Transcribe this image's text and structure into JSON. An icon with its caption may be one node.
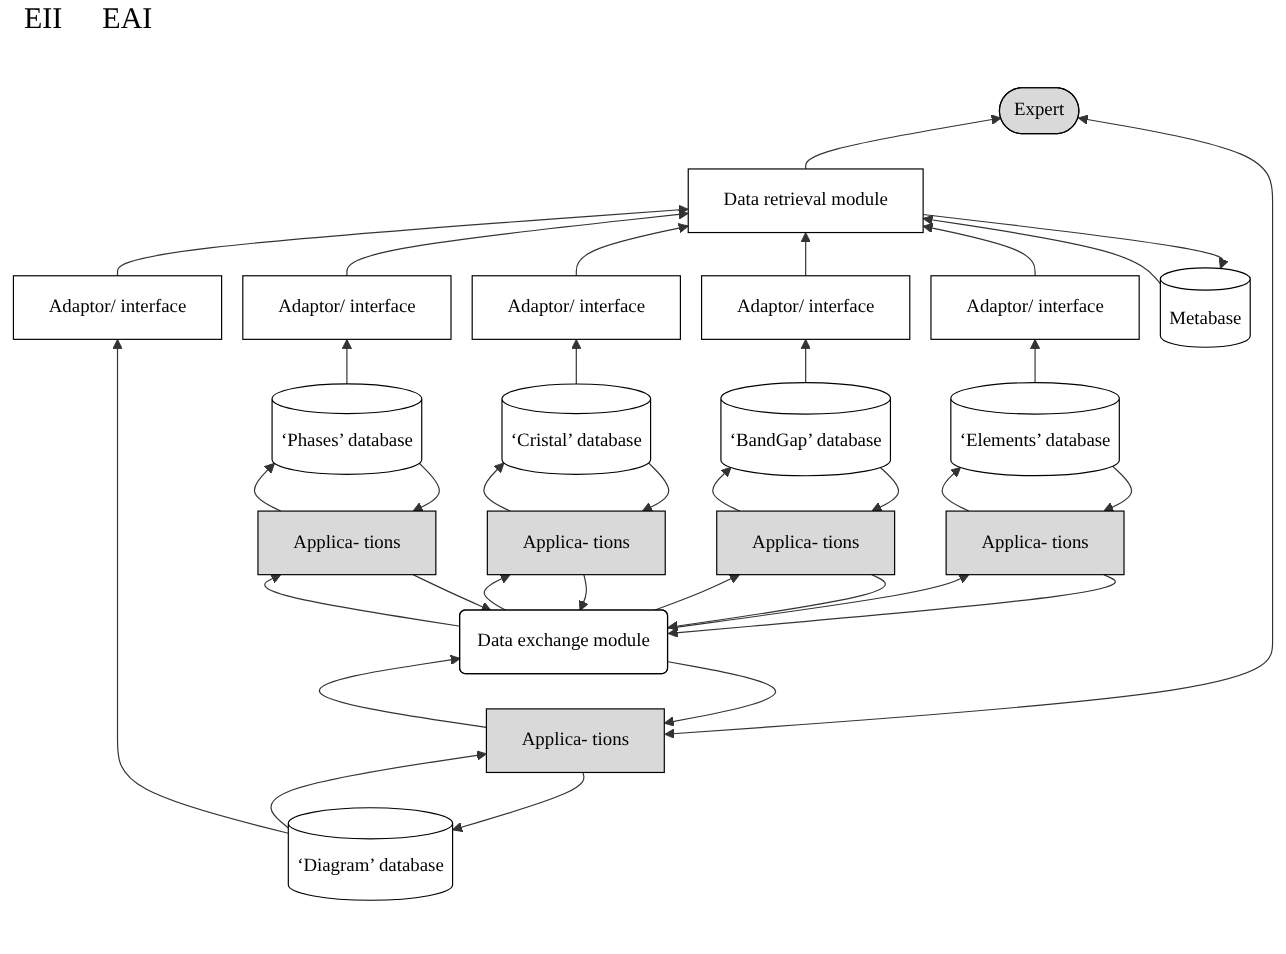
{
  "diagram": {
    "nodes": [
      {
        "text": [
          "Expert"
        ]
      },
      {
        "text": [
          "Metabase"
        ]
      },
      {
        "text": [
          "Data retrieval module"
        ]
      },
      {
        "text": [
          "Adaptor/ interface"
        ]
      },
      {
        "text": [
          "Adaptor/ interface"
        ]
      },
      {
        "text": [
          "Adaptor/ interface"
        ]
      },
      {
        "text": [
          "Adaptor/ interface"
        ]
      },
      {
        "text": [
          "Adaptor/ interface"
        ]
      },
      {
        "text": [
          "‘Diagram’ database"
        ]
      },
      {
        "text": [
          "‘Phases’ database"
        ]
      },
      {
        "text": [
          "‘Cristal’ database"
        ]
      },
      {
        "text": [
          "‘BandGap’ database"
        ]
      },
      {
        "text": [
          "‘Elements’ database"
        ]
      },
      {
        "text": [
          "Applica- tions"
        ]
      },
      {
        "text": [
          "Applica- tions"
        ]
      },
      {
        "text": [
          "Applica- tions"
        ]
      },
      {
        "text": [
          "Applica- tions"
        ]
      },
      {
        "text": [
          "Applica- tions"
        ]
      },
      {
        "text": [
          "Data exchange module"
        ]
      }
    ],
    "edges": [
      {
        "from": 18,
        "to": 13,
        "arrow": "to"
      },
      {
        "from": 13,
        "to": 18,
        "arrow": "to"
      },
      {
        "from": 18,
        "to": 14,
        "arrow": "to"
      },
      {
        "from": 14,
        "to": 18,
        "arrow": "to"
      },
      {
        "from": 18,
        "to": 15,
        "arrow": "to"
      },
      {
        "from": 15,
        "to": 18,
        "arrow": "to"
      },
      {
        "from": 18,
        "to": 16,
        "arrow": "to"
      },
      {
        "from": 16,
        "to": 18,
        "arrow": "to"
      },
      {
        "from": 18,
        "to": 17,
        "arrow": "to"
      },
      {
        "from": 17,
        "to": 18,
        "arrow": "to"
      },
      {
        "from": 13,
        "to": 8,
        "arrow": "to"
      },
      {
        "from": 8,
        "to": 13,
        "arrow": "to"
      },
      {
        "from": 14,
        "to": 9,
        "arrow": "to"
      },
      {
        "from": 9,
        "to": 14,
        "arrow": "to"
      },
      {
        "from": 15,
        "to": 10,
        "arrow": "to"
      },
      {
        "from": 10,
        "to": 15,
        "arrow": "to"
      },
      {
        "from": 16,
        "to": 11,
        "arrow": "to"
      },
      {
        "from": 11,
        "to": 16,
        "arrow": "to"
      },
      {
        "from": 17,
        "to": 12,
        "arrow": "to"
      },
      {
        "from": 12,
        "to": 17,
        "arrow": "to"
      },
      {
        "from": 8,
        "to": 3,
        "arrow": "to"
      },
      {
        "from": 9,
        "to": 4,
        "arrow": "to"
      },
      {
        "from": 10,
        "to": 5,
        "arrow": "to"
      },
      {
        "from": 11,
        "to": 6,
        "arrow": "to"
      },
      {
        "from": 12,
        "to": 7,
        "arrow": "to"
      },
      {
        "from": 3,
        "to": 2,
        "arrow": "to"
      },
      {
        "from": 4,
        "to": 2,
        "arrow": "to"
      },
      {
        "from": 5,
        "to": 2,
        "arrow": "to"
      },
      {
        "from": 6,
        "to": 2,
        "arrow": "to"
      },
      {
        "from": 7,
        "to": 2,
        "arrow": "to"
      },
      {
        "from": 2,
        "to": 0,
        "arrow": "to"
      },
      {
        "from": 2,
        "to": 1,
        "arrow": "to"
      },
      {
        "from": 1,
        "to": 2,
        "arrow": "to"
      },
      {
        "from": 13,
        "to": 0,
        "arrow": "both"
      }
    ],
    "labels": [
      "EII",
      "EAI"
    ]
  }
}
